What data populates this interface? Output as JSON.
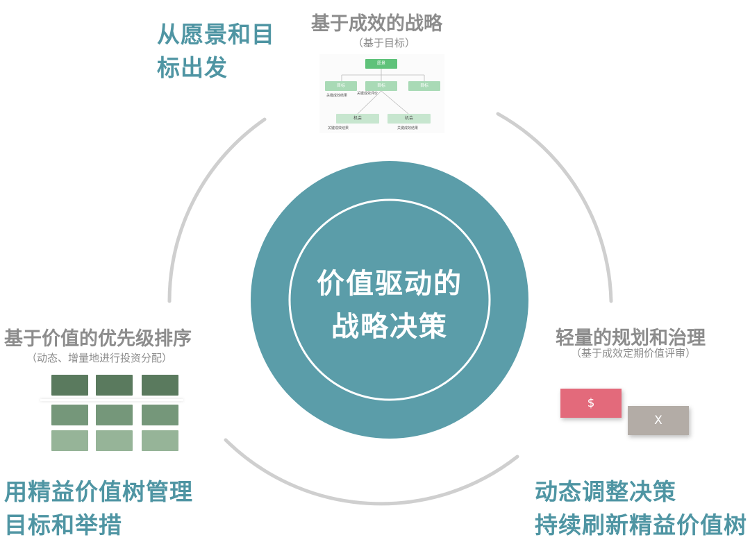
{
  "center": {
    "line1": "价值驱动的",
    "line2": "战略决策"
  },
  "top_left": {
    "line1": "从愿景和目",
    "line2": "标出发"
  },
  "top": {
    "title": "基于成效的战略",
    "subtitle": "（基于目标）",
    "tree": {
      "root": "愿景",
      "goals": [
        "目标",
        "目标",
        "目标"
      ],
      "goal_caps": [
        "关键成效结果",
        "关键成效评价"
      ],
      "opps": [
        "机会",
        "机会"
      ],
      "opp_caps": [
        "关键成效结果",
        "关键成效结果"
      ]
    }
  },
  "left": {
    "title": "基于价值的优先级排序",
    "subtitle": "（动态、增量地进行投资分配）"
  },
  "right": {
    "title": "轻量的规划和治理",
    "subtitle": "（基于成效定期价值评审）"
  },
  "cards": {
    "dollar": "$",
    "x": "X"
  },
  "bottom_left": {
    "line1": "用精益价值树管理",
    "line2": "目标和举措"
  },
  "bottom_right": {
    "line1": "动态调整决策",
    "line2": "持续刷新精益价值树"
  },
  "colors": {
    "teal": "#5b9da9",
    "teal_text": "#4f95a3",
    "green_dark": "#5a7a5e",
    "green_mid": "#75977a",
    "green_light": "#96b498",
    "pink": "#e36a7b",
    "gray_card": "#b3aca6",
    "tree_dark": "#5fc27a",
    "tree_light": "#a9dab6"
  }
}
